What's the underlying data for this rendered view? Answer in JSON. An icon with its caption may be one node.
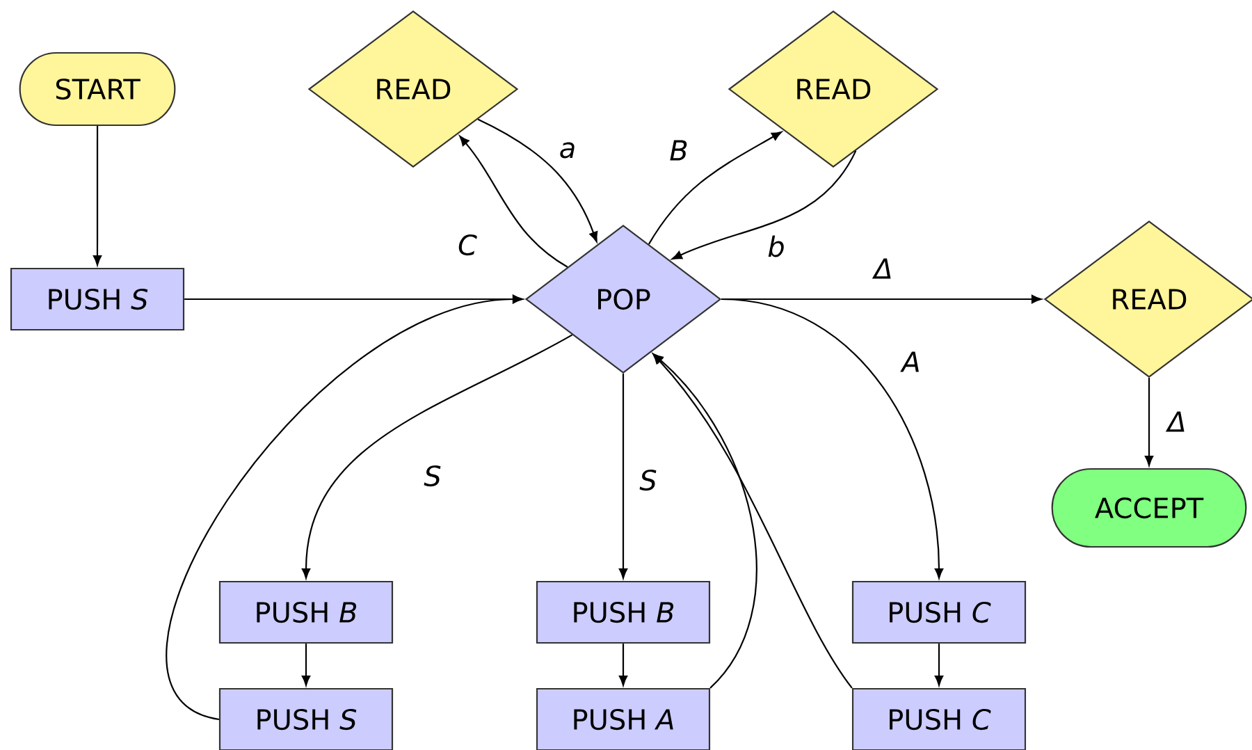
{
  "diagram": {
    "nodes": [
      {
        "text": [
          "START"
        ]
      },
      {
        "text": [
          "READ"
        ]
      },
      {
        "text": [
          "READ"
        ]
      },
      {
        "text": [
          "PUSH *S*"
        ]
      },
      {
        "text": [
          "POP"
        ]
      },
      {
        "text": [
          "READ"
        ]
      },
      {
        "text": [
          "ACCEPT"
        ]
      },
      {
        "text": [
          "PUSH *B*"
        ]
      },
      {
        "text": [
          "PUSH *B*"
        ]
      },
      {
        "text": [
          "PUSH *C*"
        ]
      },
      {
        "text": [
          "PUSH *S*"
        ]
      },
      {
        "text": [
          "PUSH *A*"
        ]
      },
      {
        "text": [
          "PUSH *C*"
        ]
      }
    ],
    "edges": [
      {
        "from": 0,
        "to": 3,
        "arrow": "to"
      },
      {
        "from": 3,
        "to": 4,
        "arrow": "to"
      },
      {
        "from": 4,
        "to": 1,
        "arrow": "to",
        "label": "C"
      },
      {
        "from": 1,
        "to": 4,
        "arrow": "to",
        "label": "a"
      },
      {
        "from": 4,
        "to": 2,
        "arrow": "to",
        "label": "B"
      },
      {
        "from": 2,
        "to": 4,
        "arrow": "to",
        "label": "b"
      },
      {
        "from": 4,
        "to": 5,
        "arrow": "to",
        "label": "Δ"
      },
      {
        "from": 5,
        "to": 6,
        "arrow": "to",
        "label": "Δ"
      },
      {
        "from": 4,
        "to": 7,
        "arrow": "to",
        "label": "S"
      },
      {
        "from": 4,
        "to": 8,
        "arrow": "to",
        "label": "S"
      },
      {
        "from": 4,
        "to": 9,
        "arrow": "to",
        "label": "A"
      },
      {
        "from": 7,
        "to": 10,
        "arrow": "to"
      },
      {
        "from": 8,
        "to": 11,
        "arrow": "to"
      },
      {
        "from": 9,
        "to": 12,
        "arrow": "to"
      },
      {
        "from": 10,
        "to": 4,
        "arrow": "to"
      },
      {
        "from": 11,
        "to": 4,
        "arrow": "to"
      },
      {
        "from": 12,
        "to": 4,
        "arrow": "to"
      }
    ]
  }
}
